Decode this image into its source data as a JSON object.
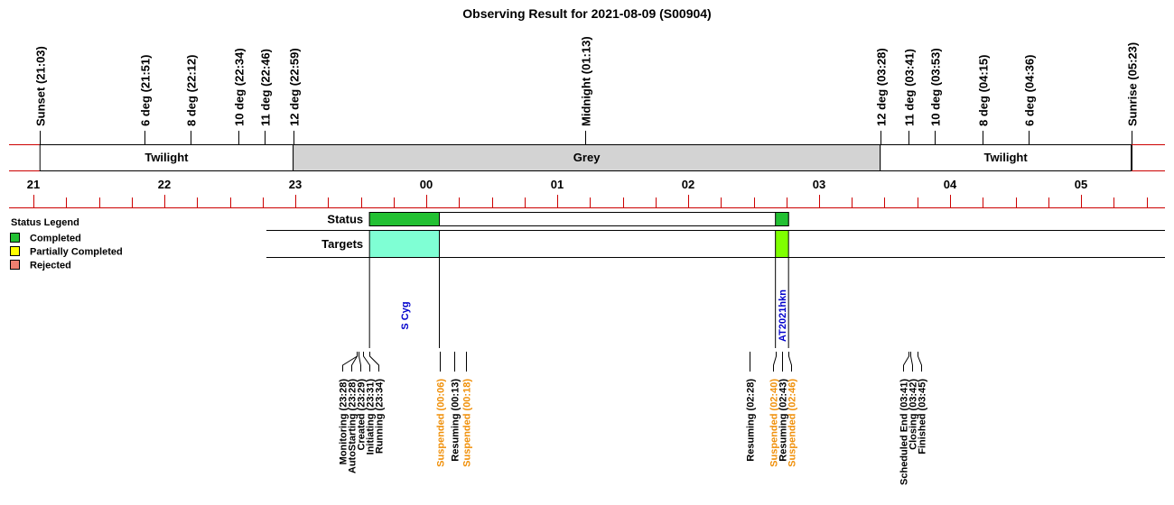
{
  "chart_data": {
    "type": "timeline",
    "title": "Observing Result for 2021-08-09 (S00904)",
    "time_axis": {
      "start": "20:55",
      "end": "05:35",
      "hour_labels": [
        {
          "t": "21:00",
          "label": "21"
        },
        {
          "t": "22:00",
          "label": "22"
        },
        {
          "t": "23:00",
          "label": "23"
        },
        {
          "t": "00:00",
          "label": "00"
        },
        {
          "t": "01:00",
          "label": "01"
        },
        {
          "t": "02:00",
          "label": "02"
        },
        {
          "t": "03:00",
          "label": "03"
        },
        {
          "t": "04:00",
          "label": "04"
        },
        {
          "t": "05:00",
          "label": "05"
        }
      ]
    },
    "sun_events": [
      {
        "label": "Sunset (21:03)",
        "t": "21:03"
      },
      {
        "label": "6 deg (21:51)",
        "t": "21:51"
      },
      {
        "label": "8 deg (22:12)",
        "t": "22:12"
      },
      {
        "label": "10 deg (22:34)",
        "t": "22:34"
      },
      {
        "label": "11 deg (22:46)",
        "t": "22:46"
      },
      {
        "label": "12 deg (22:59)",
        "t": "22:59"
      },
      {
        "label": "Midnight (01:13)",
        "t": "01:13"
      },
      {
        "label": "12 deg (03:28)",
        "t": "03:28"
      },
      {
        "label": "11 deg (03:41)",
        "t": "03:41"
      },
      {
        "label": "10 deg (03:53)",
        "t": "03:53"
      },
      {
        "label": "8 deg (04:15)",
        "t": "04:15"
      },
      {
        "label": "6 deg (04:36)",
        "t": "04:36"
      },
      {
        "label": "Sunrise (05:23)",
        "t": "05:23"
      }
    ],
    "sky_bands": [
      {
        "label": "Twilight",
        "start": "21:03",
        "end": "22:59",
        "color": "#ffffff"
      },
      {
        "label": "Grey",
        "start": "22:59",
        "end": "03:28",
        "color": "#d3d3d3"
      },
      {
        "label": "Twilight",
        "start": "03:28",
        "end": "05:23",
        "color": "#ffffff"
      }
    ],
    "rows": [
      {
        "label": "Status",
        "frame": {
          "start": "23:34",
          "end": "02:46"
        },
        "segments": [
          {
            "start": "23:34",
            "end": "00:06",
            "color": "#22c032"
          },
          {
            "start": "02:40",
            "end": "02:46",
            "color": "#22c032"
          }
        ]
      },
      {
        "label": "Targets",
        "frame": {
          "start": "23:34",
          "end": "02:46"
        },
        "segments": [
          {
            "start": "23:34",
            "end": "00:06",
            "color": "#7fffd4",
            "name": "S Cyg"
          },
          {
            "start": "02:40",
            "end": "02:46",
            "color": "#7fff00",
            "name": "AT2021hkn"
          }
        ]
      }
    ],
    "legend": {
      "title": "Status Legend",
      "items": [
        {
          "label": "Completed",
          "color": "#22c032"
        },
        {
          "label": "Partially Completed",
          "color": "#ffff00"
        },
        {
          "label": "Rejected",
          "color": "#f08070"
        }
      ]
    },
    "events": [
      {
        "label": "Monitoring (23:28)",
        "t": "23:28",
        "color": "#000000"
      },
      {
        "label": "AutoStarting (23:28)",
        "t": "23:28",
        "color": "#000000"
      },
      {
        "label": "Created (23:29)",
        "t": "23:29",
        "color": "#000000"
      },
      {
        "label": "Initiating (23:31)",
        "t": "23:31",
        "color": "#000000"
      },
      {
        "label": "Running (23:34)",
        "t": "23:34",
        "color": "#000000"
      },
      {
        "label": "Suspended (00:06)",
        "t": "00:06",
        "color": "#f0900a"
      },
      {
        "label": "Resuming (00:13)",
        "t": "00:13",
        "color": "#000000"
      },
      {
        "label": "Suspended (00:18)",
        "t": "00:18",
        "color": "#f0900a"
      },
      {
        "label": "Resuming (02:28)",
        "t": "02:28",
        "color": "#000000"
      },
      {
        "label": "Suspended (02:40)",
        "t": "02:40",
        "color": "#f0900a"
      },
      {
        "label": "Resuming (02:43)",
        "t": "02:43",
        "color": "#000000"
      },
      {
        "label": "Suspended (02:46)",
        "t": "02:46",
        "color": "#f0900a"
      },
      {
        "label": "Scheduled End (03:41)",
        "t": "03:41",
        "color": "#000000"
      },
      {
        "label": "Closing (03:42)",
        "t": "03:42",
        "color": "#000000"
      },
      {
        "label": "Finished (03:45)",
        "t": "03:45",
        "color": "#000000"
      }
    ],
    "colors": {
      "axis_line": "#cc0000",
      "target_label": "#0000cc"
    }
  }
}
